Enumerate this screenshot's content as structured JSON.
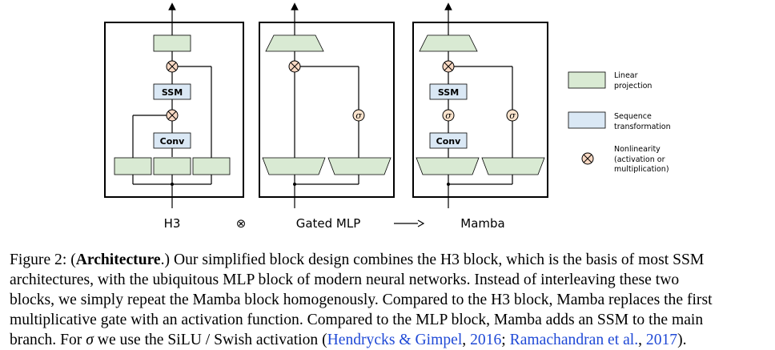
{
  "blocks": {
    "h3": {
      "title": "H3",
      "ssm_label": "SSM",
      "conv_label": "Conv"
    },
    "gated_mlp": {
      "title": "Gated MLP",
      "sigma_label": "σ"
    },
    "mamba": {
      "title": "Mamba",
      "ssm_label": "SSM",
      "conv_label": "Conv",
      "sigma_label": "σ"
    },
    "combine_symbol": "⊗",
    "arrow_symbol": "⟶"
  },
  "legend": {
    "linear_line1": "Linear",
    "linear_line2": "projection",
    "sequence_line1": "Sequence",
    "sequence_line2": "transformation",
    "nonlin_line1": "Nonlinearity",
    "nonlin_line2": "(activation or",
    "nonlin_line3": "multiplication)"
  },
  "colors": {
    "linear_fill": "#d9ead3",
    "sequence_fill": "#dae8f5",
    "sigma_fill": "#fbe3cc",
    "nonlin_fill": "#f9d9c4",
    "link": "#1f49d6"
  },
  "caption": {
    "fig_label": "Figure 2: (",
    "bold_word": "Architecture",
    "l1_rest": ".) Our simplified block design combines the H3 block, which is the basis of most SSM",
    "l2": "architectures, with the ubiquitous MLP block of modern neural networks.  Instead of interleaving these two",
    "l3": "blocks, we simply repeat the Mamba block homogenously. Compared to the H3 block, Mamba replaces the first",
    "l4": "multiplicative gate with an activation function. Compared to the MLP block, Mamba adds an SSM to the main",
    "l5_a": "branch. For ",
    "l5_sigma": "σ",
    "l5_b": " we use the SiLU / Swish activation (",
    "ref1_name": "Hendrycks & Gimpel",
    "ref1_sep": ", ",
    "ref1_year": "2016",
    "mid_sep": "; ",
    "ref2_name": "Ramachandran et al.",
    "ref2_sep": ", ",
    "ref2_year": "2017",
    "end": ")."
  }
}
